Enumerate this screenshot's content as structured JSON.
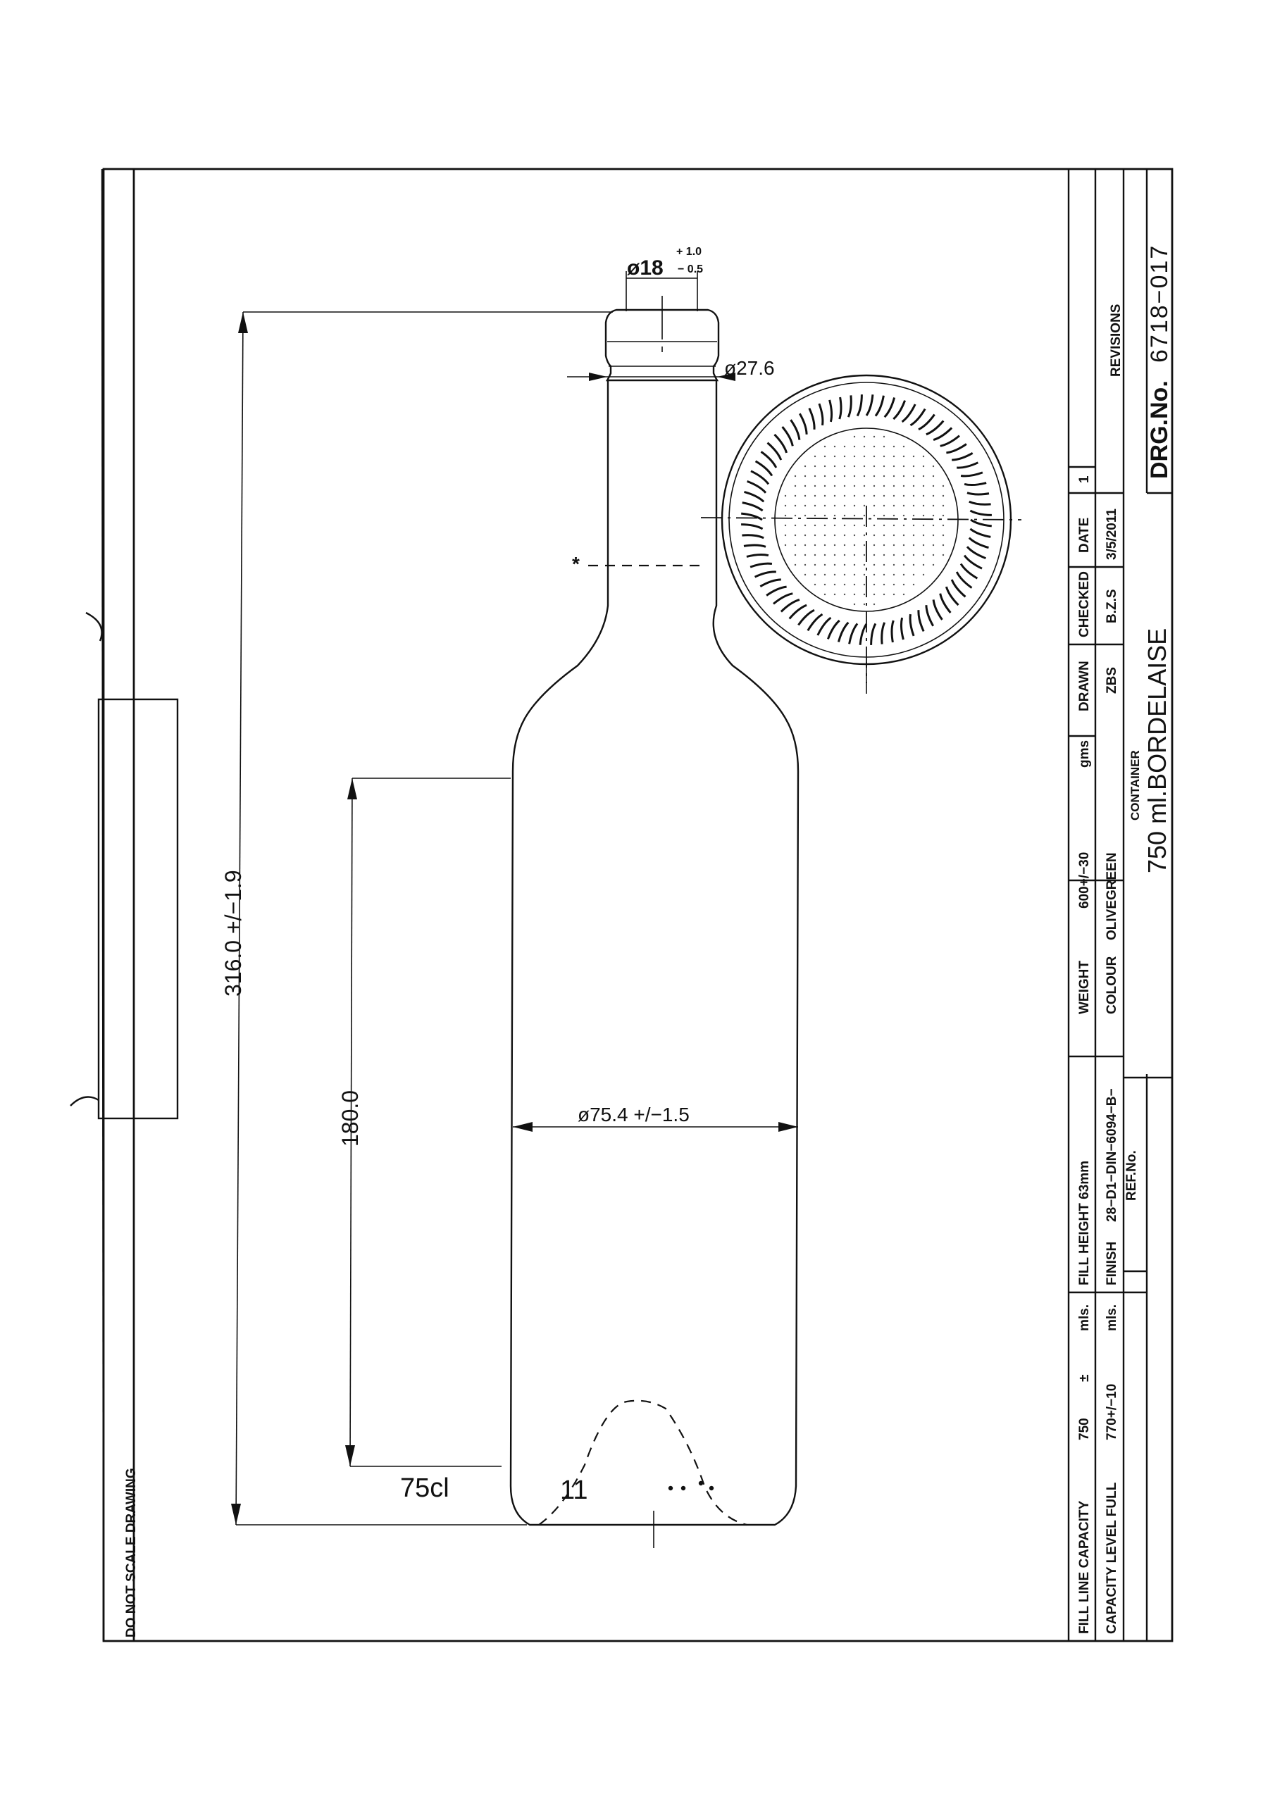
{
  "title_block": {
    "fill_line_capacity_label": "FILL LINE CAPACITY",
    "fill_line_capacity_value": "750",
    "fill_line_tolerance": "±",
    "fill_line_unit": "mls.",
    "capacity_level_full_label": "CAPACITY LEVEL FULL",
    "capacity_level_full_value": "770+/−10",
    "capacity_level_full_unit": "mls.",
    "fill_height": "FILL HEIGHT 63mm",
    "finish_label": "FINISH",
    "finish_value": "28−D1−DIN−6094−B−",
    "ref_no_label": "REF.No.",
    "weight_label": "WEIGHT",
    "weight_value": "600+/−30",
    "weight_unit": "gms",
    "colour_label": "COLOUR",
    "colour_value": "OLIVEGREEN",
    "drawn_label": "DRAWN",
    "drawn_value": "ZBS",
    "checked_label": "CHECKED",
    "checked_value": "B.Z.S",
    "date_label": "DATE",
    "date_value": "3/5/2011",
    "revision_number": "1",
    "revisions_label": "REVISIONS",
    "container_label": "CONTAINER",
    "container_value": "750  ml.BORDELAISE",
    "drawing_number_label": "DRG.No.",
    "drawing_number_value": "6718−017"
  },
  "notes": {
    "do_not_scale": "DO NOT SCALE DRAWING"
  },
  "dimensions": {
    "total_height": "316.0 +/−1.9",
    "body_height": "180.0",
    "body_diameter": "ø75.4  +/−1.5",
    "neck_finish_diameter": "ø27.6",
    "bore_diameter": "ø18",
    "bore_tol_plus": "+ 1.0",
    "bore_tol_minus": "− 0.5",
    "star_marker": "*"
  },
  "markings": {
    "capacity_mark": "75cl",
    "base_code": "11"
  }
}
